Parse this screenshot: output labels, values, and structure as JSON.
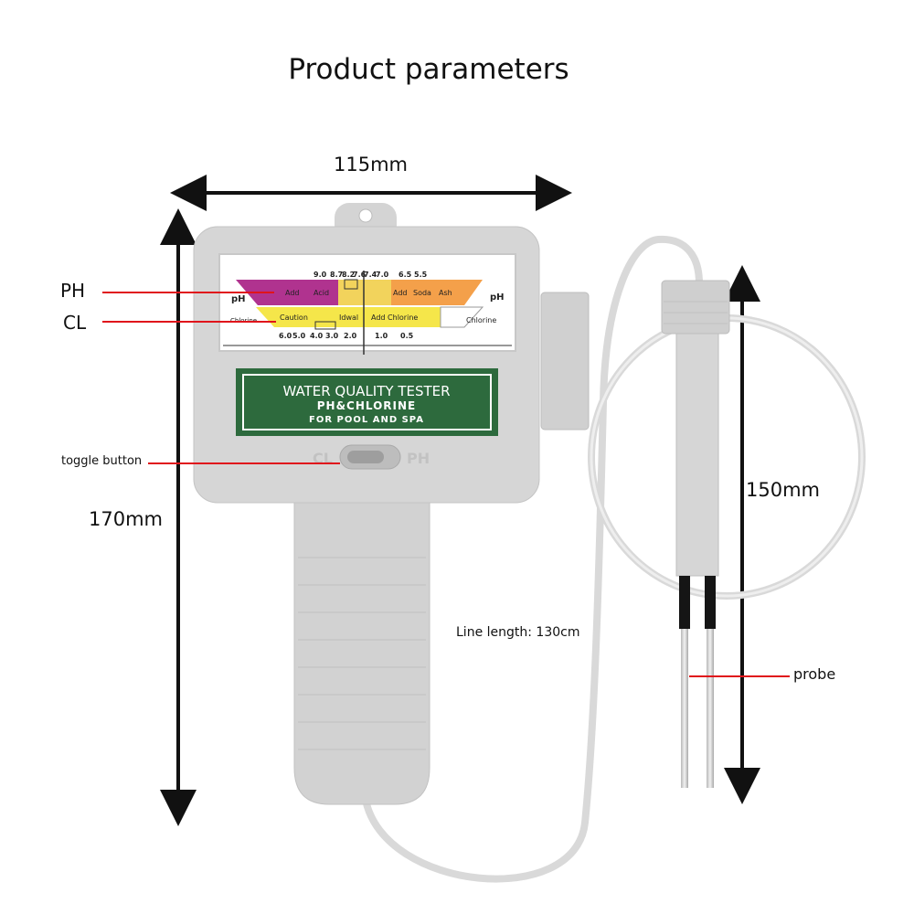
{
  "title": "Product parameters",
  "dimensions": {
    "width": "115mm",
    "height": "170mm",
    "probe_length": "150mm"
  },
  "callouts": {
    "ph": "PH",
    "cl": "CL",
    "toggle": "toggle button",
    "line_length": "Line length: 130cm",
    "probe": "probe"
  },
  "device": {
    "label_line1": "WATER QUALITY TESTER",
    "label_line2": "PH&CHLORINE",
    "label_line3": "FOR POOL AND SPA",
    "switch_left": "CL",
    "switch_right": "PH",
    "scale": {
      "ph_label": "pH",
      "chlorine_label": "Chlorine",
      "ph_ticks": [
        "9.0",
        "8.7",
        "8.2",
        "7.6",
        "7.4",
        "7.0",
        "6.5",
        "5.5"
      ],
      "ph_add_left_1": "Add",
      "ph_add_left_2": "Acid",
      "ph_add_right_1": "Add",
      "ph_add_right_2": "Soda",
      "ph_add_right_3": "Ash",
      "cl_caution": "Caution",
      "cl_ideal": "Idwal",
      "cl_add": "Add Chlorine",
      "cl_ticks": [
        "6.0",
        "5.0",
        "4.0",
        "3.0",
        "2.0",
        "1.0",
        "0.5"
      ],
      "cl_left_label": "Chlorine"
    }
  },
  "colors": {
    "ph_band_left": "#b0338f",
    "ph_band_mid": "#f2d35c",
    "ph_band_right": "#f4a04a",
    "cl_band": "#f5e64a",
    "label_green": "#2d6a3d",
    "callout_red": "#e0141b",
    "device_gray": "#d2d2d2"
  }
}
